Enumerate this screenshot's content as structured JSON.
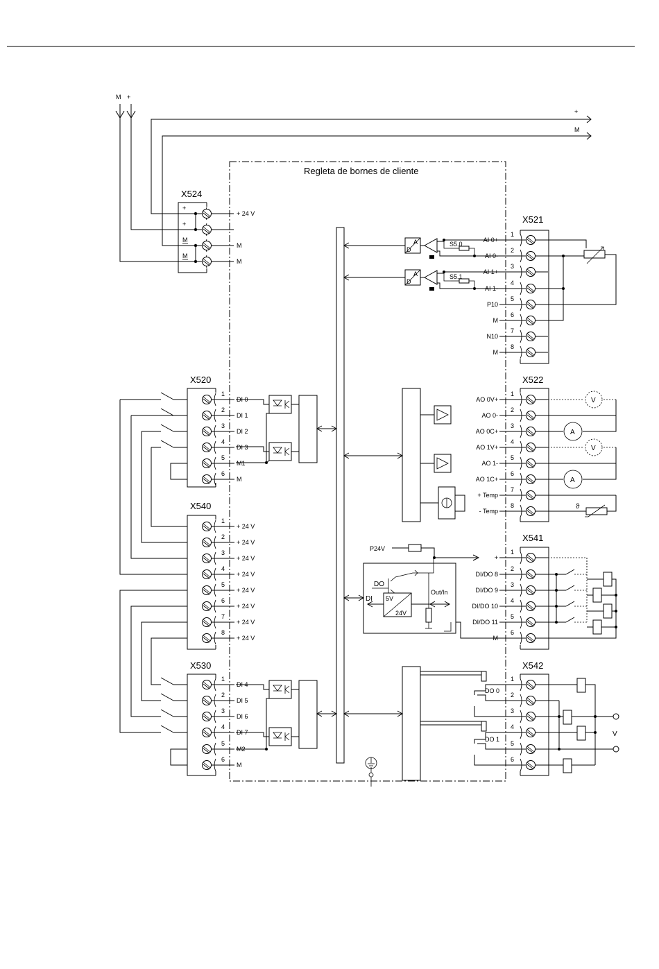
{
  "supply": {
    "m": "M",
    "plus": "+",
    "plus_out": "+",
    "m_out": "M"
  },
  "title": "Regleta de bornes de cliente",
  "blocks": {
    "x524": {
      "name": "X524",
      "left": [
        "+",
        "+",
        "M",
        "M"
      ],
      "right": [
        "+ 24 V",
        "",
        "M",
        "M"
      ]
    },
    "x520": {
      "name": "X520",
      "nums": [
        "1",
        "2",
        "3",
        "4",
        "5",
        "6"
      ],
      "labels": [
        "DI 0",
        "DI 1",
        "DI 2",
        "DI 3",
        "M1",
        "M"
      ]
    },
    "x540": {
      "name": "X540",
      "nums": [
        "1",
        "2",
        "3",
        "4",
        "5",
        "6",
        "7",
        "8"
      ],
      "labels": [
        "+ 24 V",
        "+ 24 V",
        "+ 24 V",
        "+ 24 V",
        "+ 24 V",
        "+ 24 V",
        "+ 24 V",
        "+ 24 V"
      ]
    },
    "x530": {
      "name": "X530",
      "nums": [
        "1",
        "2",
        "3",
        "4",
        "5",
        "6"
      ],
      "labels": [
        "DI 4",
        "DI 5",
        "DI 6",
        "DI 7",
        "M2",
        "M"
      ]
    },
    "x521": {
      "name": "X521",
      "nums": [
        "1",
        "2",
        "3",
        "4",
        "5",
        "6",
        "7",
        "8"
      ],
      "labels": [
        "AI 0+",
        "AI 0-",
        "AI 1+",
        "AI 1-",
        "P10",
        "M",
        "N10",
        "M"
      ]
    },
    "x522": {
      "name": "X522",
      "nums": [
        "1",
        "2",
        "3",
        "4",
        "5",
        "6",
        "7",
        "8"
      ],
      "labels": [
        "AO 0V+",
        "AO 0-",
        "AO 0C+",
        "AO 1V+",
        "AO 1-",
        "AO 1C+",
        "+ Temp",
        "- Temp"
      ]
    },
    "x541": {
      "name": "X541",
      "nums": [
        "1",
        "2",
        "3",
        "4",
        "5",
        "6"
      ],
      "labels": [
        "+",
        "DI/DO 8",
        "DI/DO 9",
        "DI/DO 10",
        "DI/DO 11",
        "M"
      ]
    },
    "x542": {
      "name": "X542",
      "nums": [
        "1",
        "2",
        "3",
        "4",
        "5",
        "6"
      ]
    }
  },
  "misc": {
    "adc_a": "A",
    "adc_d": "D",
    "s50": "S5.0",
    "s51": "S5.1",
    "p24v": "P24V",
    "do": "DO",
    "di": "DI",
    "v5": "5V",
    "v24": "24V",
    "outin": "Out/In",
    "do0": "DO 0",
    "do1": "DO 1",
    "meter_v": "V",
    "meter_a": "A",
    "theta": "ϑ",
    "v_out": "V"
  }
}
